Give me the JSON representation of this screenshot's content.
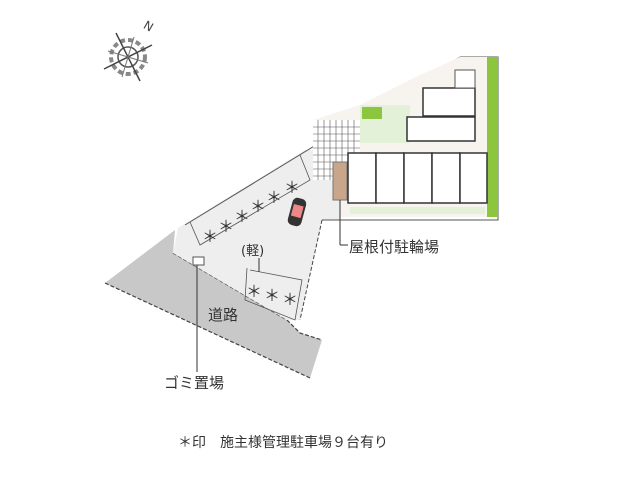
{
  "compass": {
    "label": "N",
    "icon": "compass-icon"
  },
  "labels": {
    "bike_parking": "屋根付駐輪場",
    "kei_car": "(軽)",
    "road": "道路",
    "garbage": "ゴミ置場"
  },
  "footnote": "＊印　施主様管理駐車場９台有り",
  "parking_mark": "＊",
  "colors": {
    "road": "#c8c8c8",
    "lot": "#eeeeee",
    "green": "#8cc63f",
    "light_green": "#e3f1d8",
    "bike": "#c9a58a",
    "car": "#d9534f"
  }
}
